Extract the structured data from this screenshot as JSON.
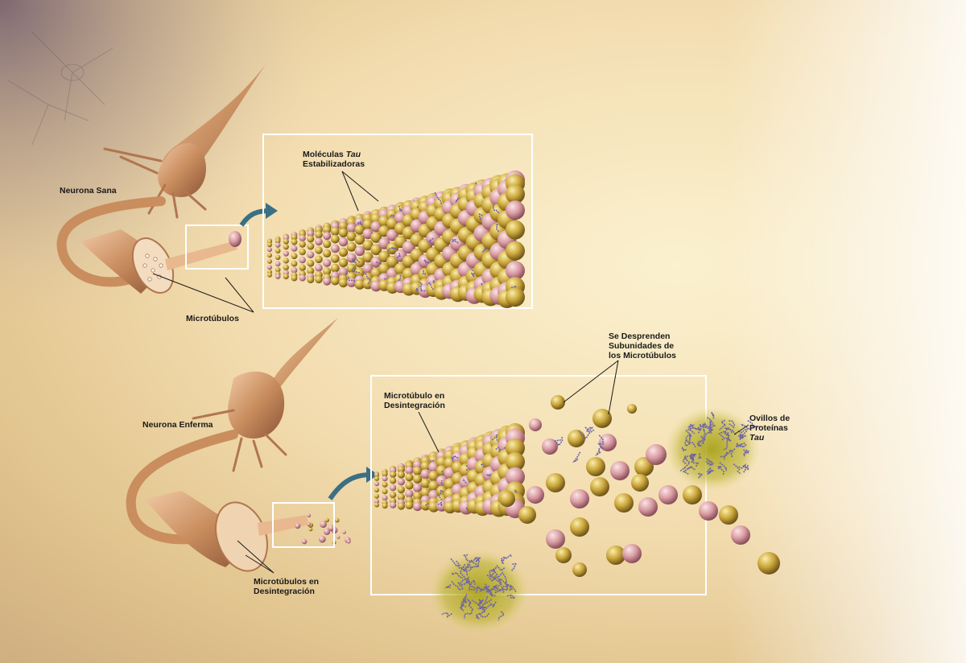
{
  "labels": {
    "healthy_neuron": "Neurona Sana",
    "tau_stabilizing_line1": "Moléculas",
    "tau_stabilizing_italic": "Tau",
    "tau_stabilizing_line2": "Estabilizadoras",
    "microtubules": "Microtúbulos",
    "subunits_line1": "Se Desprenden",
    "subunits_line2": "Subunidades de",
    "subunits_line3": "los Microtúbulos",
    "disintegrating_mt_line1": "Microtúbulo en",
    "disintegrating_mt_line2": "Desintegración",
    "sick_neuron": "Neurona Enferma",
    "tangles_line1": "Ovillos de",
    "tangles_line2": "Proteínas",
    "tangles_italic": "Tau",
    "mt_disintegrating_line1": "Microtúbulos en",
    "mt_disintegrating_line2": "Desintegración"
  },
  "colors": {
    "background": "#f3ddb0",
    "neuron_body": "#c98d5e",
    "subunit_pink": "#d79aa0",
    "subunit_gold": "#c9a43a",
    "tau_protein": "#6d63a8",
    "tangle_glow": "#b7b02a",
    "frame": "#ffffff",
    "arrow": "#3b6f84"
  }
}
